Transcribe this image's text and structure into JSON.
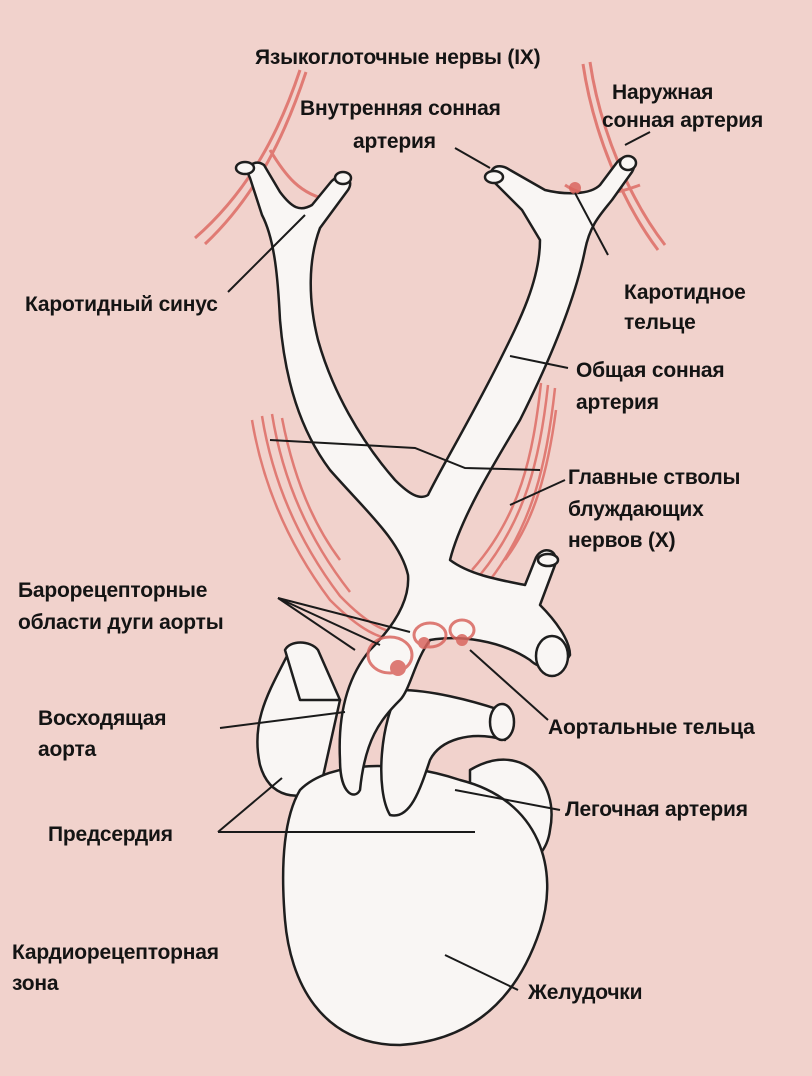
{
  "labels": {
    "glossopharyngeal": "Языкоглоточные нервы (IX)",
    "internal_carotid_1": "Внутренняя сонная",
    "internal_carotid_2": "артерия",
    "external_carotid_1": "Наружная",
    "external_carotid_2": "сонная артерия",
    "carotid_sinus": "Каротидный синус",
    "carotid_body_1": "Каротидное",
    "carotid_body_2": "тельце",
    "common_carotid_1": "Общая сонная",
    "common_carotid_2": "артерия",
    "vagus_1": "Главные стволы",
    "vagus_2": "блуждающих",
    "vagus_3": "нервов (X)",
    "baroreceptor_1": "Барорецепторные",
    "baroreceptor_2": "области дуги аорты",
    "ascending_aorta_1": "Восходящая",
    "ascending_aorta_2": "аорта",
    "aortic_bodies": "Аортальные тельца",
    "pulmonary_artery": "Легочная артерия",
    "atria": "Предсердия",
    "cardioreceptor_1": "Кардиорецепторная",
    "cardioreceptor_2": "зона",
    "ventricles": "Желудочки"
  },
  "colors": {
    "background": "#f1d2cc",
    "vessel_fill": "#f9f6f4",
    "vessel_outline": "#1e1e1e",
    "nerve": "#e07b74",
    "receptor": "#d9665f",
    "leader_line": "#1a1a1a",
    "text": "#141414"
  }
}
